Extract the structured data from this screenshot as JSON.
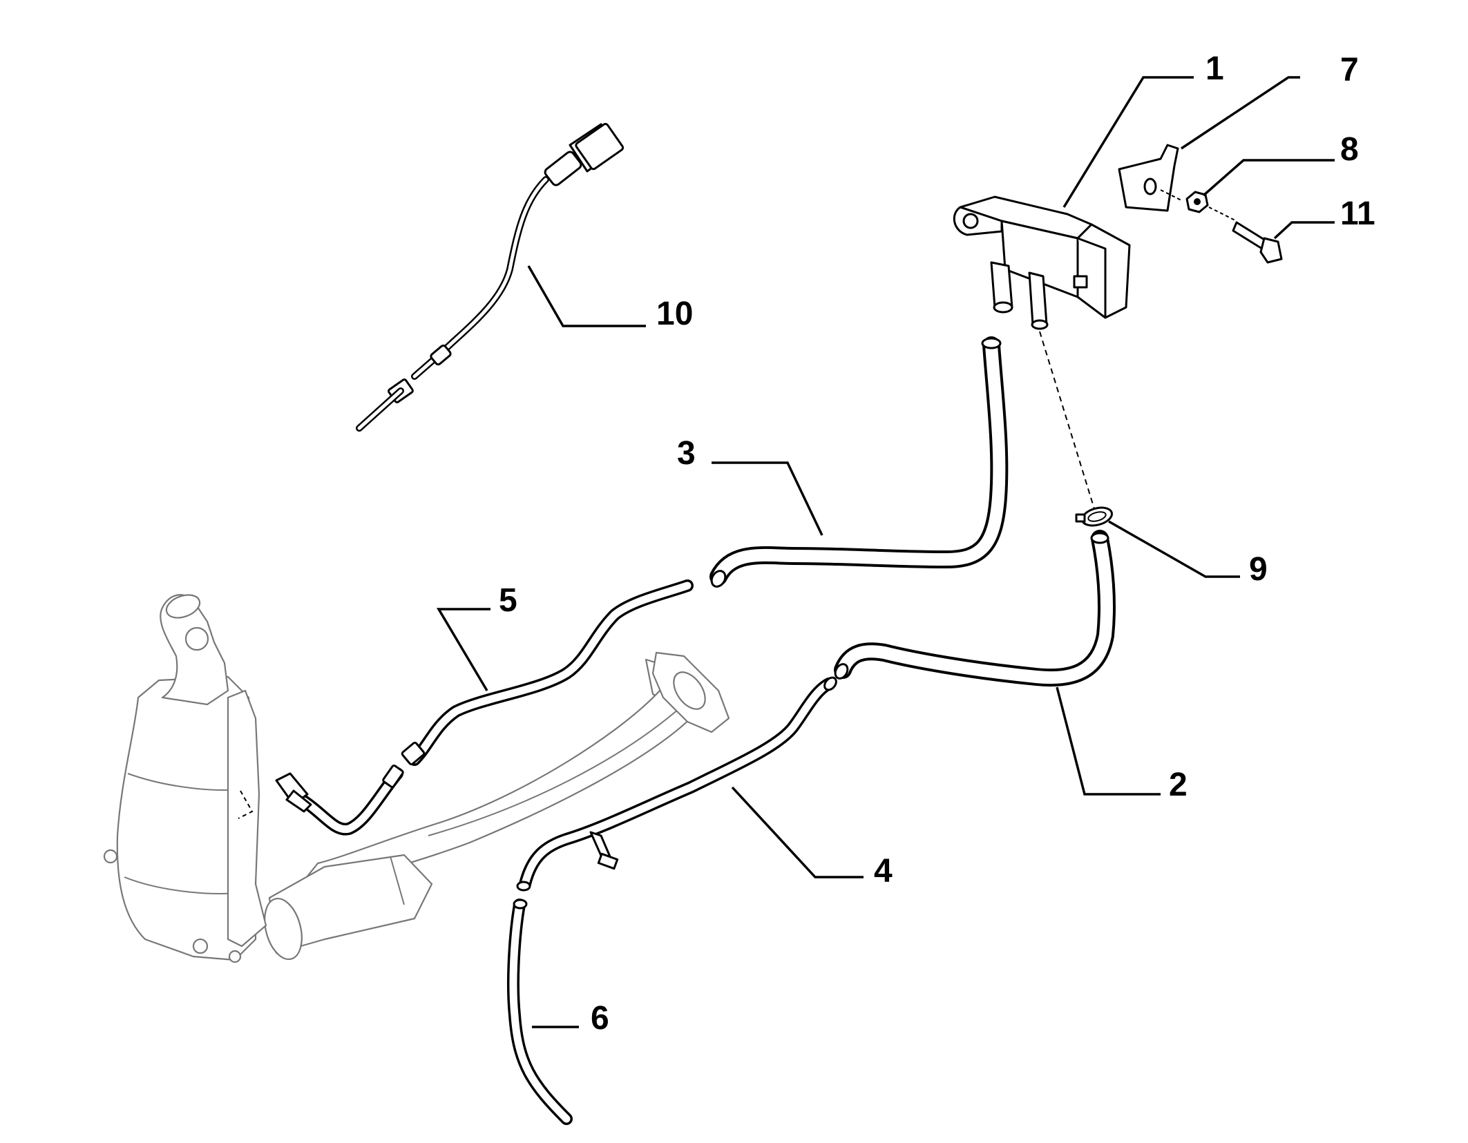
{
  "diagram": {
    "callouts": [
      {
        "id": "1",
        "label": "1"
      },
      {
        "id": "2",
        "label": "2"
      },
      {
        "id": "3",
        "label": "3"
      },
      {
        "id": "4",
        "label": "4"
      },
      {
        "id": "5",
        "label": "5"
      },
      {
        "id": "6",
        "label": "6"
      },
      {
        "id": "7",
        "label": "7"
      },
      {
        "id": "8",
        "label": "8"
      },
      {
        "id": "9",
        "label": "9"
      },
      {
        "id": "10",
        "label": "10"
      },
      {
        "id": "11",
        "label": "11"
      }
    ]
  },
  "colors": {
    "ink": "#000000",
    "background": "#ffffff",
    "exhaust_outline": "#777777"
  }
}
